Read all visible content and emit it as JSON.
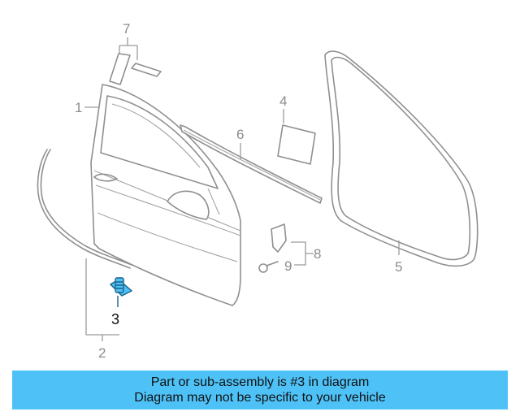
{
  "diagram": {
    "callouts": {
      "c1": "1",
      "c2": "2",
      "c3": "3",
      "c4": "4",
      "c5": "5",
      "c6": "6",
      "c7": "7",
      "c8": "8",
      "c9": "9"
    },
    "highlighted_part": "3",
    "colors": {
      "line_art": "#8f8f8f",
      "highlight_part": "#4ec2f7",
      "banner": "#4ec2f7"
    }
  },
  "banner": {
    "line1": "Part or sub-assembly is #3 in diagram",
    "line2": "Diagram may not be specific to your vehicle"
  }
}
